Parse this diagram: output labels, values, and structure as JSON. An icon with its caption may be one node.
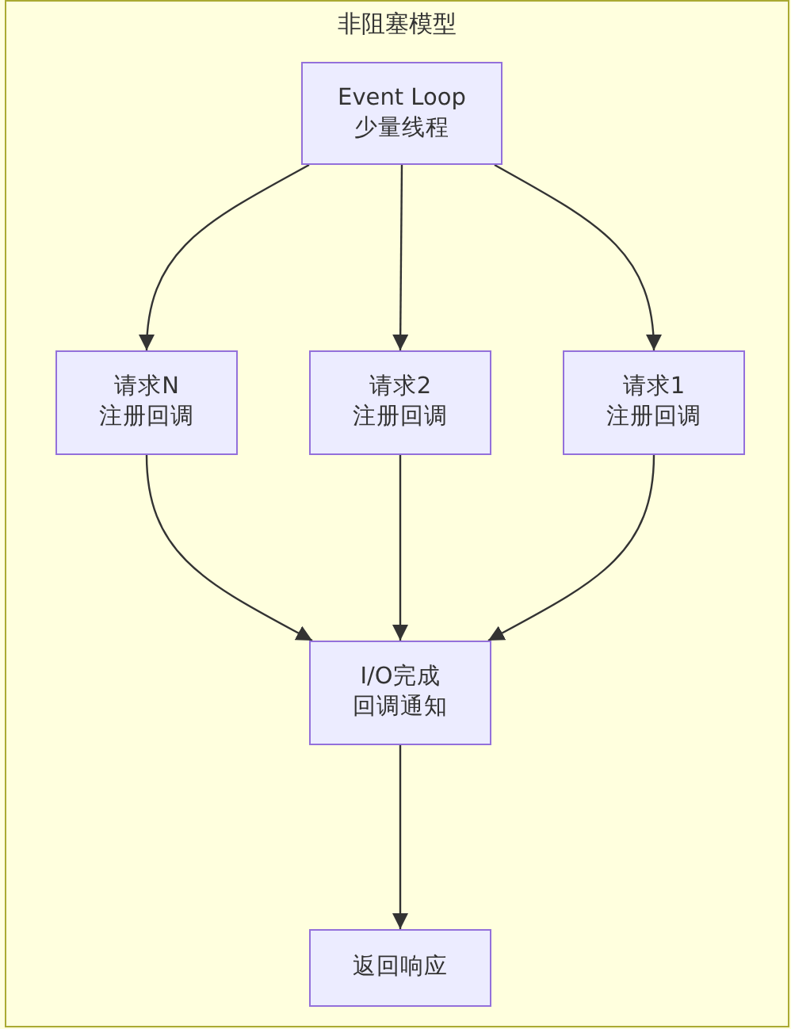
{
  "diagram": {
    "nodes": [
      {
        "text": [
          "非阻塞模型"
        ]
      },
      {
        "text": [
          "Event Loop",
          "少量线程"
        ],
        "in": 0
      },
      {
        "text": [
          "请求N",
          "注册回调"
        ],
        "in": 0
      },
      {
        "text": [
          "请求2",
          "注册回调"
        ],
        "in": 0
      },
      {
        "text": [
          "请求1",
          "注册回调"
        ],
        "in": 0
      },
      {
        "text": [
          "I/O完成",
          "回调通知"
        ],
        "in": 0
      },
      {
        "text": [
          "返回响应"
        ],
        "in": 0
      }
    ],
    "edges": [
      {
        "from": 1,
        "to": 2,
        "arrow": "to"
      },
      {
        "from": 1,
        "to": 3,
        "arrow": "to"
      },
      {
        "from": 1,
        "to": 4,
        "arrow": "to"
      },
      {
        "from": 2,
        "to": 5,
        "arrow": "to"
      },
      {
        "from": 3,
        "to": 5,
        "arrow": "to"
      },
      {
        "from": 4,
        "to": 5,
        "arrow": "to"
      },
      {
        "from": 5,
        "to": 6,
        "arrow": "to"
      }
    ]
  }
}
